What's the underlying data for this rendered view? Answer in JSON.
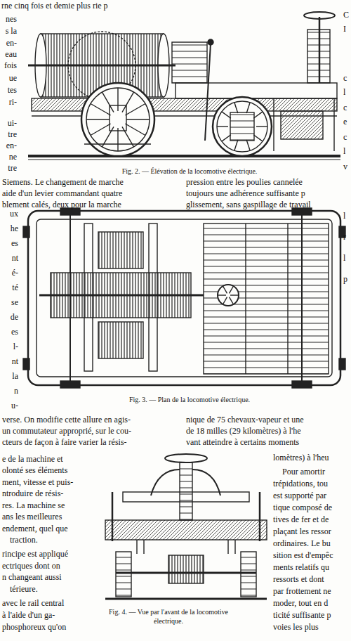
{
  "diagram": {
    "labels": [
      "rne cinq fois et demie plus rie p",
      "nes",
      "s la",
      "en-",
      "eau",
      "fois",
      "ue",
      "tes",
      "ri-",
      "ui-",
      "tre",
      "en-",
      "ne",
      "tre",
      "C",
      "I",
      "c",
      "l",
      "c",
      "e",
      "c",
      "l",
      "v",
      "Fig. 2. — Élévation de la locomotive électrique.",
      "Siemens. Le changement de marche",
      "pression entre les poulies cannelée",
      "aide d'un levier commandant quatre",
      "toujours une adhérence suffisante p",
      "blement calés, deux pour la marche",
      "glissement, sans gaspillage de travail",
      "ux",
      "he",
      "es",
      "nt",
      "é-",
      "té",
      "se",
      "de",
      "es",
      "l-",
      "nt",
      "la",
      "n",
      "u-",
      "l",
      "r",
      "l",
      "p",
      "Fig. 3. — Plan de la locomotive électrique.",
      "verse. On modifie cette allure en agis-",
      "nique de 75 chevaux-vapeur et une",
      "un commutateur approprié, sur le cou-",
      "de 18 milles (29 kilomètres) à l'he",
      "cteurs de façon à faire varier la résis-",
      "vant atteindre à certains moments",
      "e de la machine et",
      "olonté ses éléments",
      "ment, vitesse et puis-",
      "ntroduire de résis-",
      "res. La machine se",
      "ans les meilleures",
      "endement, quel que",
      "traction.",
      "rincipe est appliqué",
      "ectriques dont on",
      "n changeant aussi",
      "térieure.",
      "avec le rail central",
      "à l'aide d'un ga-",
      "phosphoreux qu'on",
      "Fig. 4. — Vue par l'avant de la locomotive électrique.",
      "lomètres) à l'heu",
      "Pour amortir",
      "trépidations, tou",
      "est supporté par",
      "tique composé de",
      "tives de fer et de",
      "plaçant les ressor",
      "ordinaires. Le bu",
      "sition est d'empêc",
      "ments relatifs qu",
      "ressorts et dont",
      "par frottement ne",
      "moder, tout en d",
      "ticité suffisante p",
      "voies les plus"
    ]
  }
}
